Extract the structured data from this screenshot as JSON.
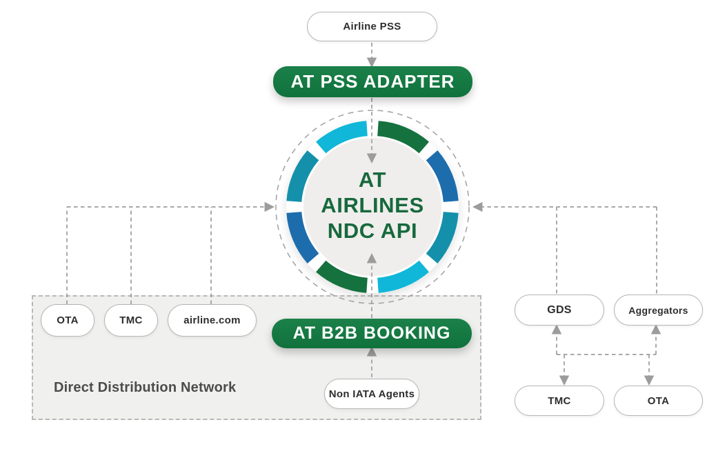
{
  "header": {
    "airline_pss": "Airline PSS",
    "at_pss_adapter": "AT PSS ADAPTER"
  },
  "core": {
    "lines": [
      "AT",
      "AIRLINES",
      "NDC API"
    ]
  },
  "direct_network": {
    "label": "Direct Distribution Network",
    "pills": [
      "OTA",
      "TMC",
      "airline.com"
    ],
    "b2b_booking": "AT B2B BOOKING",
    "non_iata": "Non IATA Agents"
  },
  "indirect_network": {
    "top_pills": [
      "GDS",
      "Aggregators"
    ],
    "bottom_pills": [
      "TMC",
      "OTA"
    ]
  },
  "colors": {
    "brand_green_text": "#17693d",
    "button_green_top": "#1b8149",
    "button_green_bottom": "#10713c",
    "ring_green": "#15713e",
    "ring_blue": "#1d6dad",
    "ring_teal": "#1590ab",
    "ring_cyan": "#10b7d8",
    "line_gray": "#9c9c9c",
    "box_fill": "#f0f0ee",
    "pill_border": "#b5b5b5",
    "pill_text": "#2d2d2d",
    "label_gray": "#4c4c4c",
    "inner_circle_fill": "#efeeec"
  },
  "ring": {
    "segment_colors": [
      "#15713e",
      "#1d6dad",
      "#1590ab",
      "#10b7d8",
      "#15713e",
      "#1d6dad",
      "#1590ab",
      "#10b7d8"
    ]
  }
}
